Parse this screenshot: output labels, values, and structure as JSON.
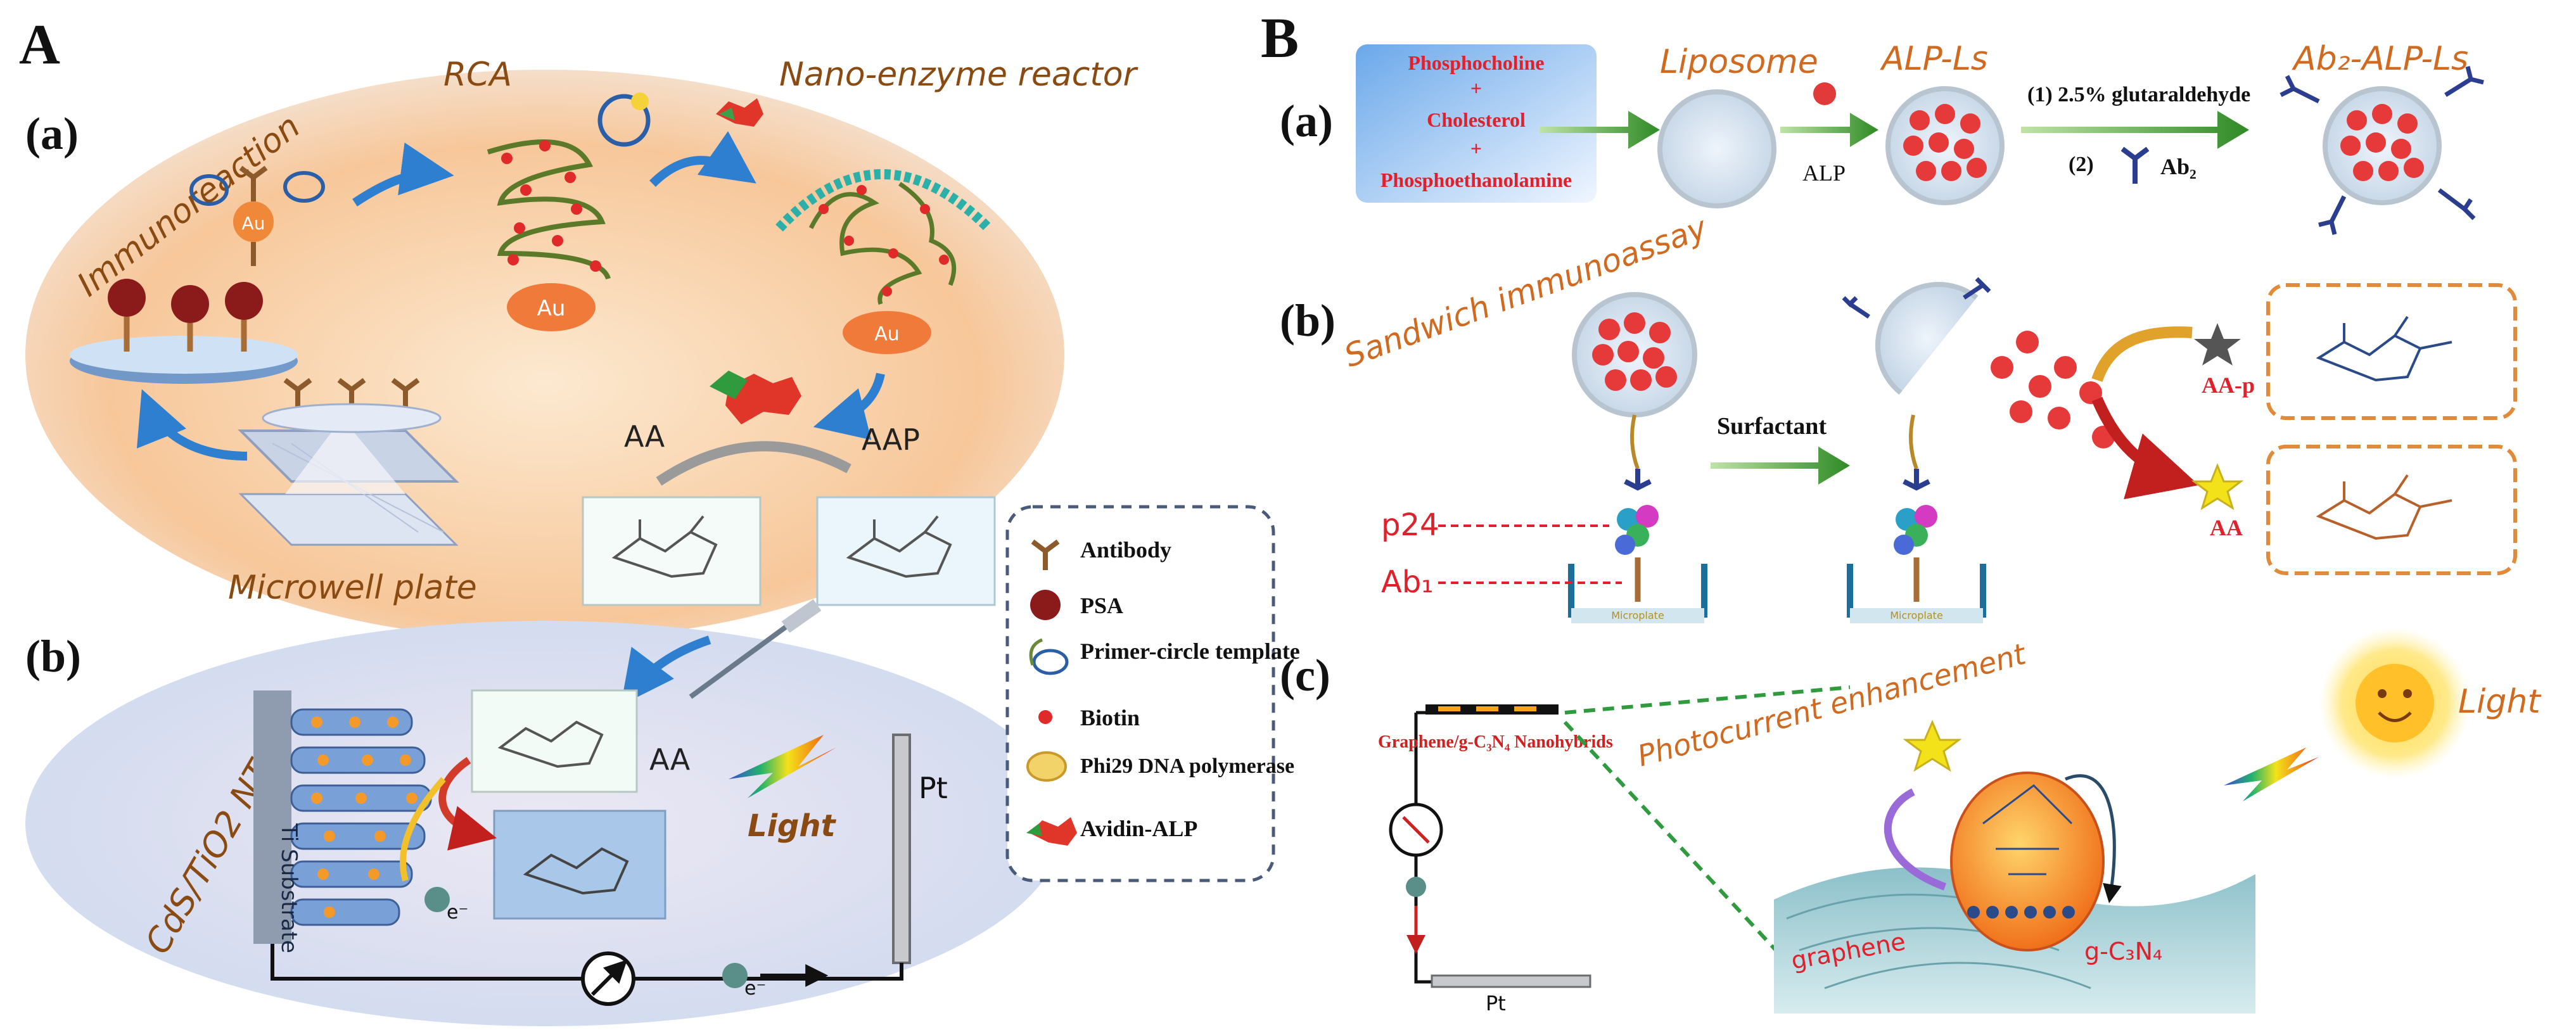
{
  "panelA": {
    "label": "A",
    "sub_a": "(a)",
    "sub_b": "(b)",
    "immunoreaction": "Immunoreaction",
    "rca": "RCA",
    "nano_enzyme": "Nano-enzyme reactor",
    "au": "Au",
    "microwell_plate": "Microwell plate",
    "aa": "AA",
    "aap": "AAP",
    "electrode": "CdS/TiO2 NTs",
    "substrate": "Ti Substrate",
    "light": "Light",
    "pt": "Pt",
    "electron": "e⁻",
    "legend": [
      {
        "icon": "antibody-icon",
        "label": "Antibody"
      },
      {
        "icon": "psa-icon",
        "label": "PSA"
      },
      {
        "icon": "primer-circle-icon",
        "label": "Primer-circle template"
      },
      {
        "icon": "biotin-icon",
        "label": "Biotin"
      },
      {
        "icon": "polymerase-icon",
        "label": "Phi29 DNA polymerase"
      },
      {
        "icon": "avidin-alp-icon",
        "label": "Avidin-ALP"
      }
    ]
  },
  "panelB": {
    "label": "B",
    "sub_a": "(a)",
    "sub_b": "(b)",
    "sub_c": "(c)",
    "lipid_1": "Phosphocholine",
    "plus_1": "+",
    "lipid_2": "Cholesterol",
    "plus_2": "+",
    "lipid_3": "Phosphoethanolamine",
    "liposome": "Liposome",
    "alp_ls": "ALP-Ls",
    "alp": "ALP",
    "step1": "(1) 2.5% glutaraldehyde",
    "step2": "(2)",
    "ab2": "Ab₂",
    "ab2_alp_ls": "Ab₂-ALP-Ls",
    "sandwich": "Sandwich immunoassay",
    "surfactant": "Surfactant",
    "p24": "p24",
    "ab1": "Ab₁",
    "aap_short": "AA-p",
    "aa": "AA",
    "microplate": "Microplate",
    "nanohybrids": "Graphene/g-C₃N₄ Nanohybrids",
    "photocurrent": "Photocurrent enhancement",
    "light": "Light",
    "graphene": "graphene",
    "gc3n4": "g-C₃N₄",
    "pt": "Pt"
  }
}
